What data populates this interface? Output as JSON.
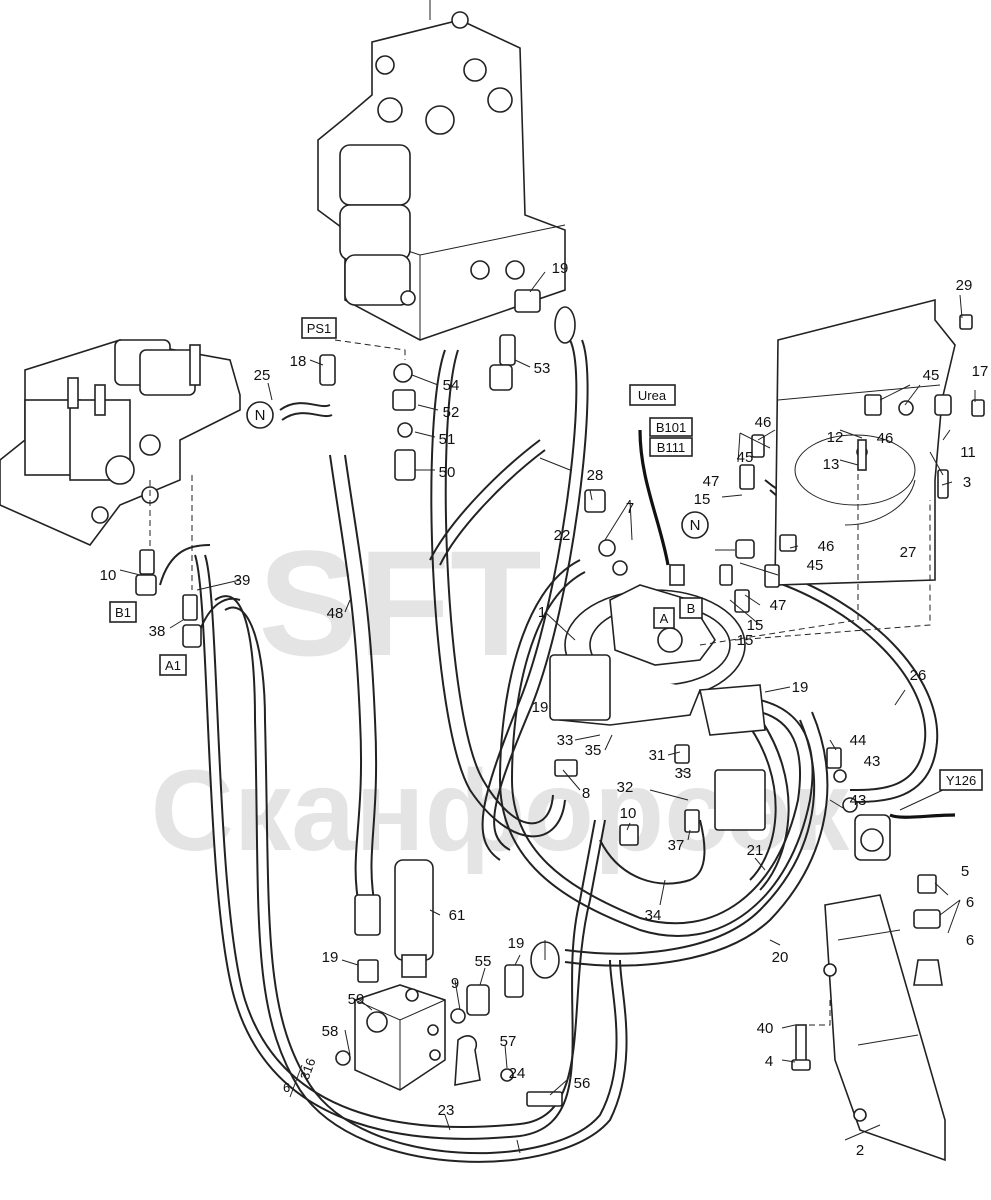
{
  "watermark": {
    "primary": "SFT",
    "secondary": "Сканфорсэк"
  },
  "boxed_labels": [
    "PS1",
    "B1",
    "A1",
    "Urea",
    "B101",
    "B111",
    "A",
    "B",
    "Y126"
  ],
  "circle_labels": [
    "N",
    "N"
  ],
  "callouts": [
    "1",
    "2",
    "3",
    "4",
    "5",
    "6",
    "6",
    "7",
    "8",
    "9",
    "10",
    "10",
    "11",
    "12",
    "13",
    "15",
    "15",
    "15",
    "17",
    "18",
    "19",
    "19",
    "19",
    "19",
    "19",
    "20",
    "21",
    "22",
    "23",
    "24",
    "25",
    "26",
    "27",
    "28",
    "29",
    "31",
    "32",
    "33",
    "33",
    "34",
    "35",
    "37",
    "38",
    "39",
    "40",
    "43",
    "43",
    "44",
    "45",
    "45",
    "45",
    "46",
    "46",
    "46",
    "47",
    "47",
    "48",
    "50",
    "51",
    "52",
    "53",
    "54",
    "55",
    "56",
    "57",
    "58",
    "59",
    "61"
  ],
  "page_ref": {
    "top": "6",
    "bottom": "316"
  }
}
